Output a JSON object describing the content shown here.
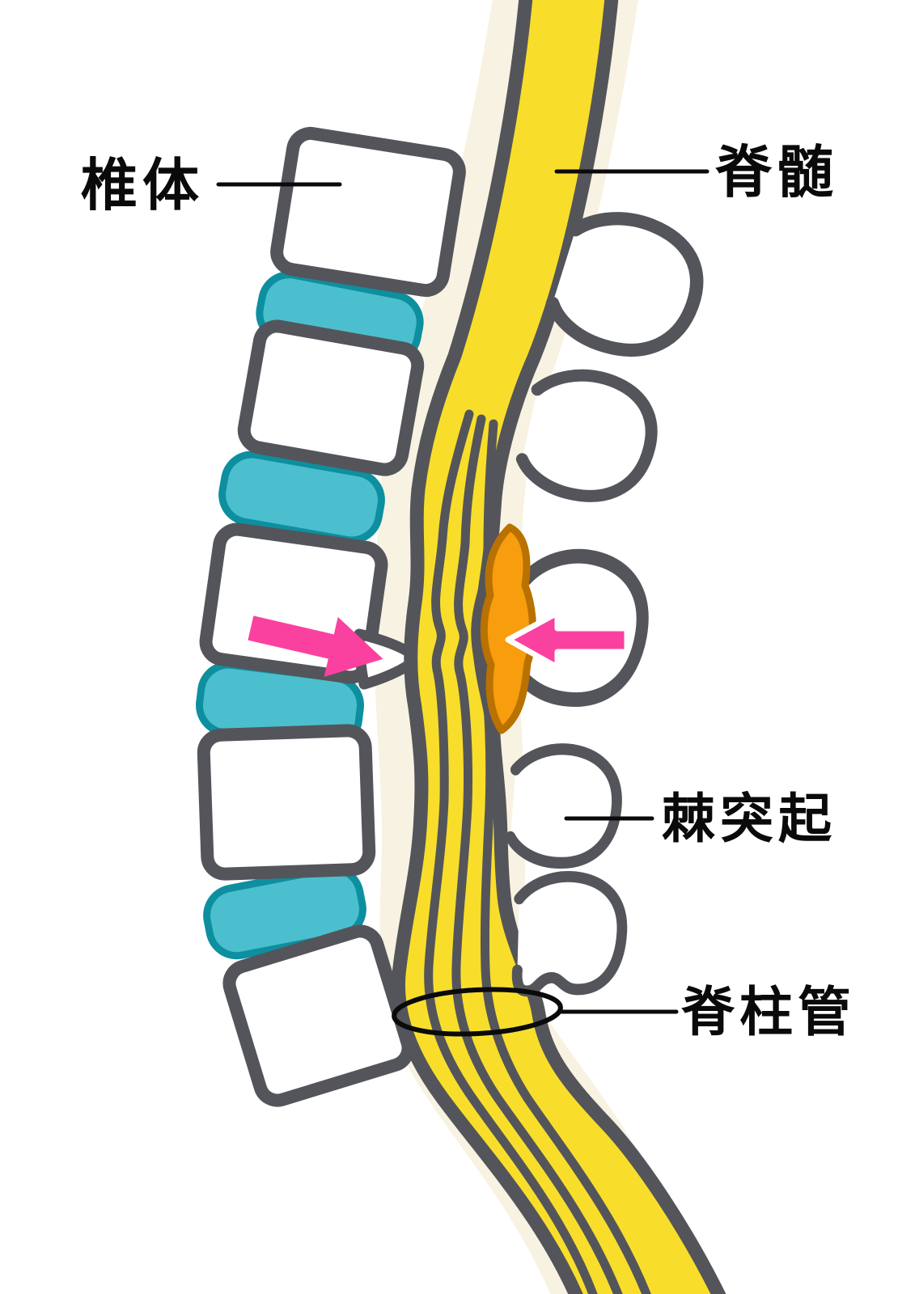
{
  "diagram": {
    "kind": "spine-anatomy-diagram",
    "labels": {
      "vertebral_body": {
        "text": "椎体"
      },
      "spinal_cord": {
        "text": "脊髄"
      },
      "spinous_process": {
        "text": "棘突起"
      },
      "spinal_canal": {
        "text": "脊柱管"
      }
    },
    "icons": {
      "left_arrow": "arrow-pointing-right-pink",
      "right_arrow": "arrow-pointing-left-pink",
      "canal_marker": "ellipse-outline"
    },
    "colors": {
      "outline": "#54555a",
      "cord": "#f8de2b",
      "halo": "#f8f2e2",
      "disc": "#4bbfce",
      "discEdge": "#0d8fa0",
      "ligament": "#f79d0e",
      "ligamentEdge": "#b97100",
      "arrow": "#fa41a0",
      "arrowOutline": "#ffffff",
      "bone": "#ffffff",
      "line": "#0a0a0a",
      "text": "#0a0a0a",
      "background": "#ffffff"
    }
  }
}
